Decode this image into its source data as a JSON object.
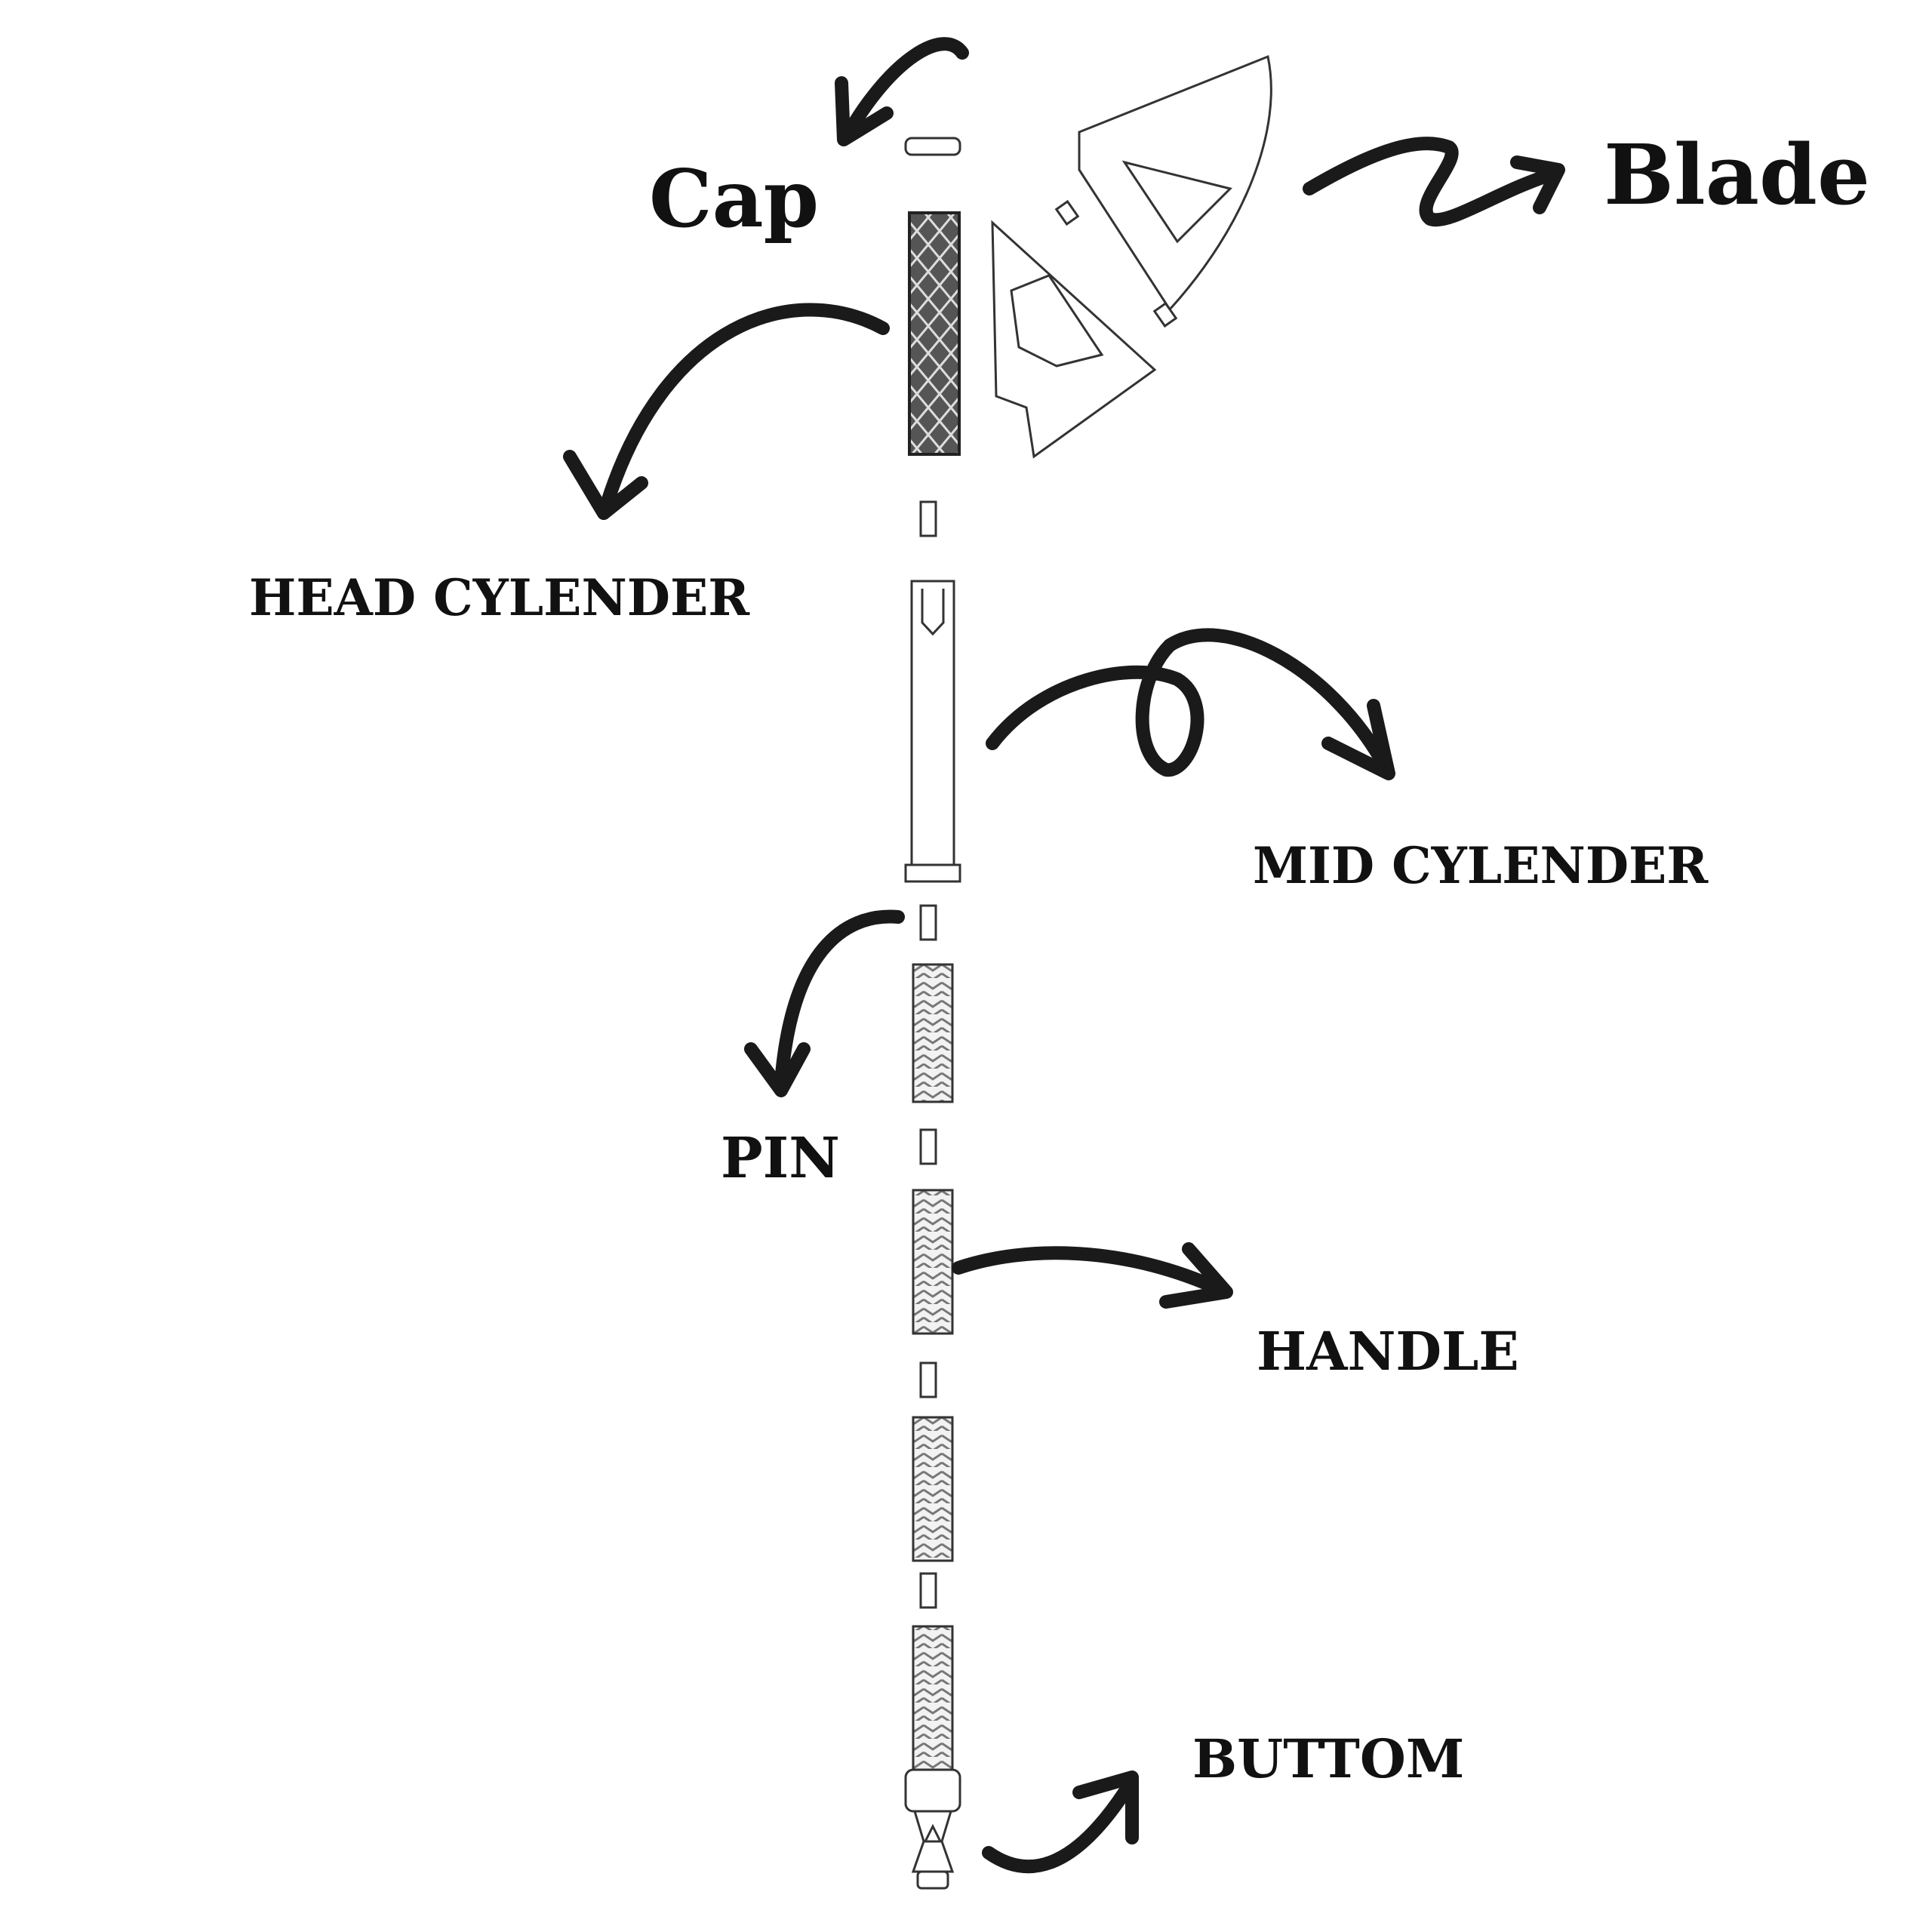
{
  "labels": {
    "cap": "Cap",
    "blade": "Blade",
    "head_cylinder": "HEAD CYLENDER",
    "mid_cylinder": "MID CYLENDER",
    "pin": "PIN",
    "handle": "HANDLE",
    "bottom": "BUTTOM"
  },
  "colors": {
    "ink": "#1a1a1a",
    "background": "#ffffff",
    "part_fill": "#e6e6e6"
  },
  "icons": [
    "curved-arrow-icon",
    "zigzag-arrow-icon",
    "loop-arrow-icon"
  ]
}
